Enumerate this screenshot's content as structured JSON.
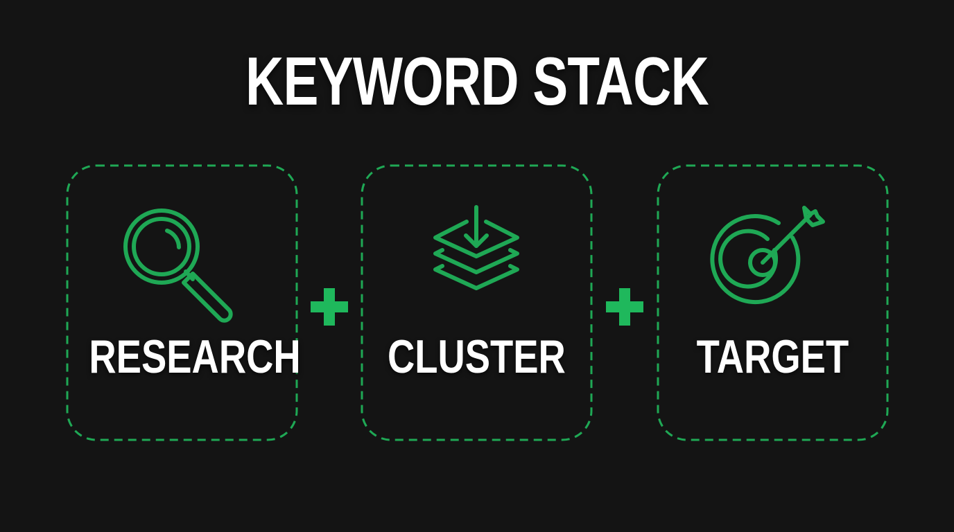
{
  "title": "KEYWORD STACK",
  "colors": {
    "background": "#141414",
    "accent": "#1fa855",
    "plus": "#1fb85c",
    "text": "#ffffff"
  },
  "steps": [
    {
      "label": "RESEARCH",
      "icon": "magnifying-glass-icon"
    },
    {
      "label": "CLUSTER",
      "icon": "stacked-layers-download-icon"
    },
    {
      "label": "TARGET",
      "icon": "target-with-arrow-icon"
    }
  ],
  "connectors": [
    {
      "symbol": "+",
      "icon": "plus-icon"
    },
    {
      "symbol": "+",
      "icon": "plus-icon"
    }
  ]
}
